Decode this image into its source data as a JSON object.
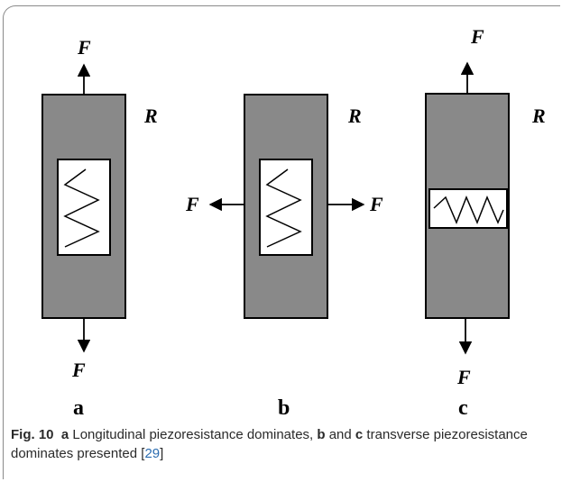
{
  "figure": {
    "force_symbol": "F",
    "resistance_symbol": "R",
    "panel_a": "a",
    "panel_b": "b",
    "panel_c": "c"
  },
  "caption": {
    "fig_label": "Fig. 10",
    "a_label": "a",
    "text_1": " Longitudinal piezoresistance dominates, ",
    "b_label": "b",
    "text_2": " and ",
    "c_label": "c",
    "text_3": " transverse piezoresistance dominates presented ",
    "ref_open": "[",
    "ref_num": "29",
    "ref_close": "]"
  },
  "colors": {
    "block": "#898989",
    "ref": "#2b6cb0"
  }
}
